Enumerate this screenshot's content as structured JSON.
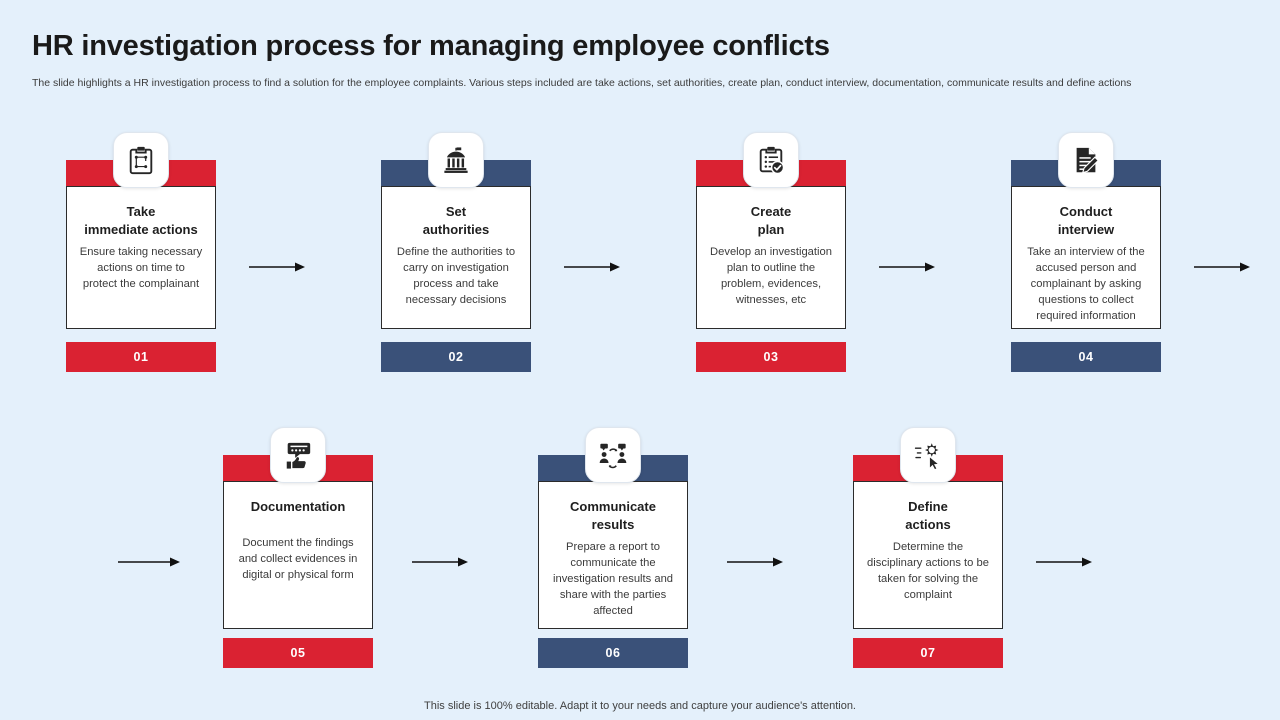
{
  "header": {
    "title": "HR investigation process for managing employee conflicts",
    "subtitle": "The slide highlights a HR investigation process to find a solution for the employee complaints. Various steps included are take actions, set authorities, create plan, conduct interview, documentation, communicate results and define actions"
  },
  "colors": {
    "background": "#e4f0fb",
    "red": "#da2232",
    "navy": "#3a5179",
    "panel": "#ffffff",
    "panel_border": "#2b2b2b",
    "title_text": "#1a1a1a",
    "body_text": "#3b3b3b"
  },
  "steps": [
    {
      "number": "01",
      "theme": "red",
      "icon": "clipboard-plan-icon",
      "title_line1": "Take",
      "title_line2": "immediate actions",
      "body": "Ensure taking necessary actions on time to protect the complainant"
    },
    {
      "number": "02",
      "theme": "navy",
      "icon": "government-building-icon",
      "title_line1": "Set",
      "title_line2": "authorities",
      "body": "Define the authorities to carry on investigation process and take necessary decisions"
    },
    {
      "number": "03",
      "theme": "red",
      "icon": "checklist-approved-icon",
      "title_line1": "Create",
      "title_line2": "plan",
      "body": "Develop an investigation plan to outline the problem, evidences, witnesses, etc"
    },
    {
      "number": "04",
      "theme": "navy",
      "icon": "document-pen-icon",
      "title_line1": "Conduct",
      "title_line2": "interview",
      "body": "Take an interview of the accused person and complainant by asking questions to collect required information"
    },
    {
      "number": "05",
      "theme": "red",
      "icon": "feedback-thumbsup-icon",
      "title_line1": "Documentation",
      "title_line2": "",
      "body": "Document the findings and collect evidences in digital or physical form"
    },
    {
      "number": "06",
      "theme": "navy",
      "icon": "people-communication-icon",
      "title_line1": "Communicate",
      "title_line2": "results",
      "body": "Prepare a report to communicate the investigation results and share with the parties affected"
    },
    {
      "number": "07",
      "theme": "red",
      "icon": "gear-cursor-settings-icon",
      "title_line1": "Define",
      "title_line2": "actions",
      "body": "Determine the disciplinary actions to be taken for solving the complaint"
    }
  ],
  "footer": {
    "note": "This slide is 100% editable. Adapt it to your needs and capture your audience's attention."
  }
}
